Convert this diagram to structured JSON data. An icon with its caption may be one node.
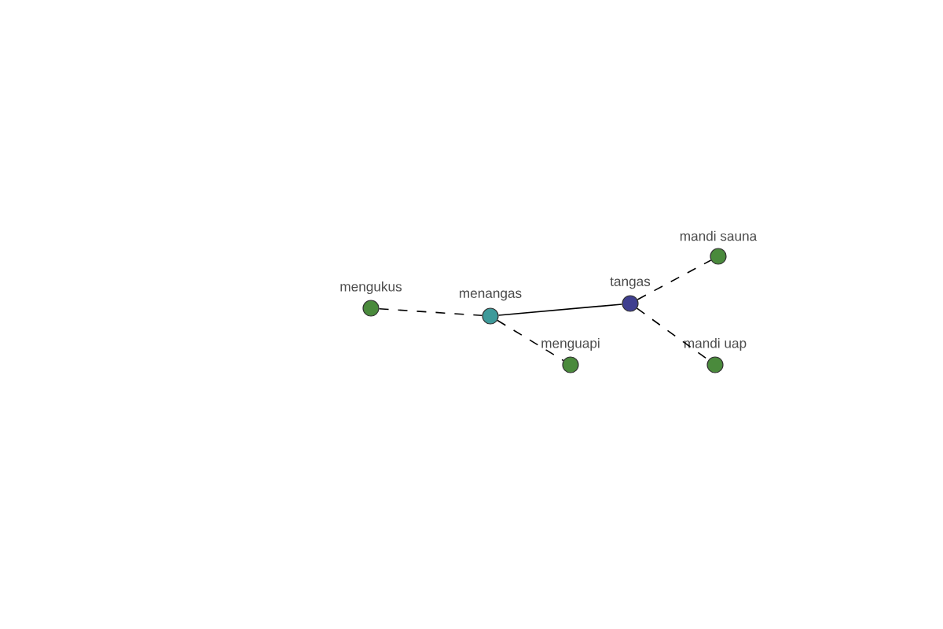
{
  "diagram": {
    "nodes": [
      {
        "text": [
          "mengukus"
        ]
      },
      {
        "text": [
          "menangas"
        ]
      },
      {
        "text": [
          "menguapi"
        ]
      },
      {
        "text": [
          "tangas"
        ]
      },
      {
        "text": [
          "mandi sauna"
        ]
      },
      {
        "text": [
          "mandi uap"
        ]
      }
    ],
    "edges": [
      {
        "from": 0,
        "to": 1,
        "arrow": "none",
        "style": "dashed"
      },
      {
        "from": 1,
        "to": 3,
        "arrow": "none"
      },
      {
        "from": 1,
        "to": 2,
        "arrow": "none",
        "style": "dashed"
      },
      {
        "from": 3,
        "to": 4,
        "arrow": "none",
        "style": "dashed"
      },
      {
        "from": 3,
        "to": 5,
        "arrow": "none",
        "style": "dashed"
      }
    ]
  }
}
